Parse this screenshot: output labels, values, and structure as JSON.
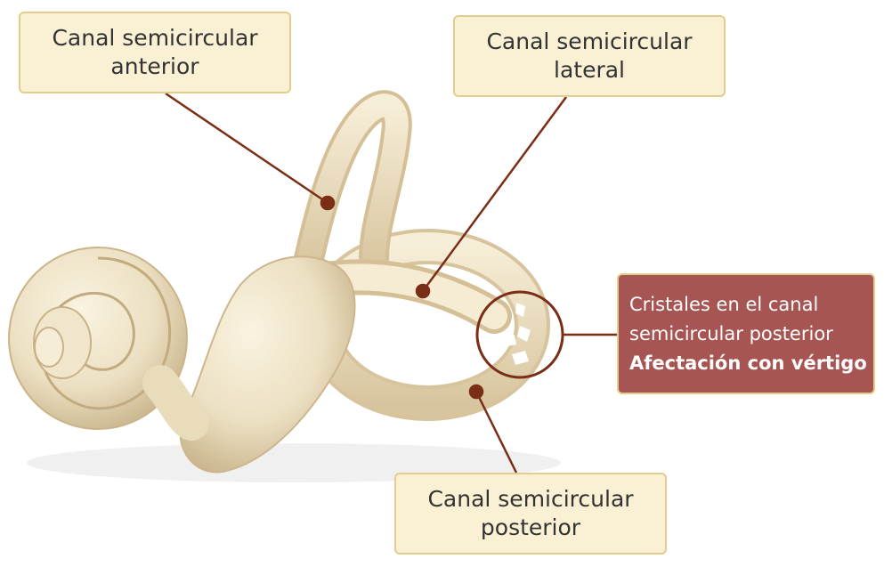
{
  "labels": {
    "anterior": [
      "Canal semicircular",
      "anterior"
    ],
    "lateral": [
      "Canal semicircular",
      "lateral"
    ],
    "posterior": [
      "Canal semicircular",
      "posterior"
    ],
    "crystals": {
      "line1": "Cristales en el canal",
      "line2": "semicircular posterior",
      "emphasis": "Afectación con vértigo"
    }
  },
  "colors": {
    "label_fill": "#faf0d4",
    "label_border": "#e3cc8c",
    "leader_line": "#7a2e16",
    "highlight_fill": "#a65552",
    "bone": "#ece0c2"
  }
}
